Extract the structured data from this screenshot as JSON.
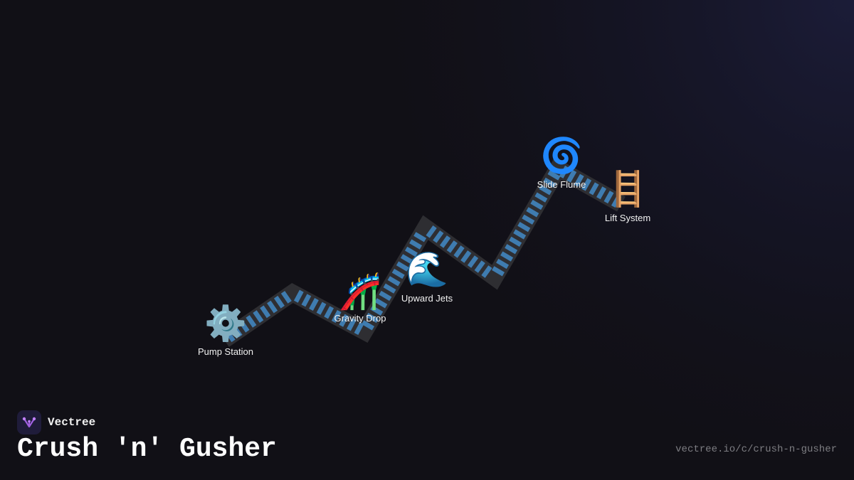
{
  "brand": {
    "name": "Vectree"
  },
  "title": "Crush 'n' Gusher",
  "url": "vectree.io/c/crush-n-gusher",
  "colors": {
    "background": "#111016",
    "track_base": "#2e2e32",
    "track_slat": "#3f7cb0",
    "label": "#f2f2f2",
    "logo_bg": "#1f1c3a",
    "logo_mark": "#a060e0"
  },
  "nodes": [
    {
      "id": "pump-station",
      "label": "Pump Station",
      "icon": "⚙️",
      "icon_name": "gear-icon"
    },
    {
      "id": "gravity-drop",
      "label": "Gravity Drop",
      "icon": "🎢",
      "icon_name": "roller-coaster-icon"
    },
    {
      "id": "upward-jets",
      "label": "Upward Jets",
      "icon": "🌊",
      "icon_name": "wave-icon"
    },
    {
      "id": "slide-flume",
      "label": "Slide Flume",
      "icon": "🌀",
      "icon_name": "cyclone-icon"
    },
    {
      "id": "lift-system",
      "label": "Lift System",
      "icon": "🪜",
      "icon_name": "ladder-icon"
    }
  ]
}
